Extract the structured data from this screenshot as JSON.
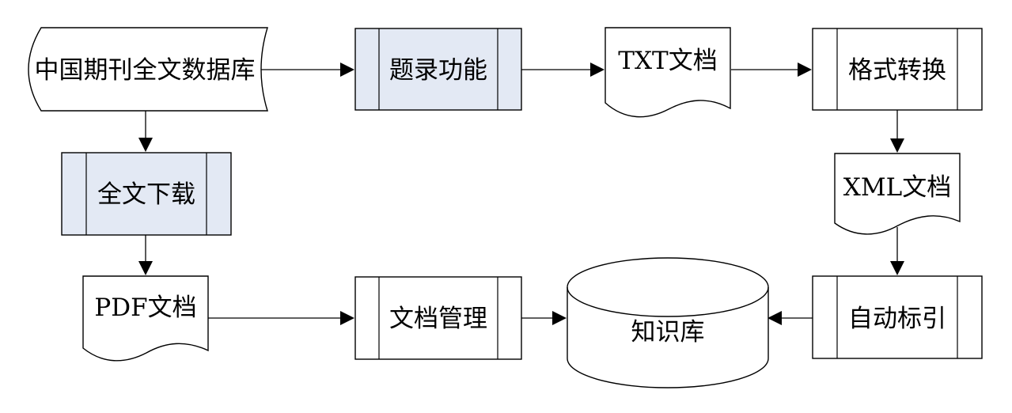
{
  "nodes": {
    "journal_db": {
      "label": "中国期刊全文数据库",
      "shape": "stored-data"
    },
    "catalog": {
      "label": "题录功能",
      "shape": "predefined-process",
      "fill": "#e3e9f4"
    },
    "txt_doc": {
      "label": "TXT文档",
      "shape": "document"
    },
    "format_convert": {
      "label": "格式转换",
      "shape": "predefined-process"
    },
    "fulltext_download": {
      "label": "全文下载",
      "shape": "predefined-process",
      "fill": "#e3e9f4"
    },
    "xml_doc": {
      "label": "XML文档",
      "shape": "document"
    },
    "pdf_doc": {
      "label": "PDF文档",
      "shape": "document"
    },
    "doc_management": {
      "label": "文档管理",
      "shape": "predefined-process"
    },
    "knowledge_base": {
      "label": "知识库",
      "shape": "database"
    },
    "auto_index": {
      "label": "自动标引",
      "shape": "predefined-process"
    }
  },
  "edges": [
    {
      "from": "journal_db",
      "to": "catalog"
    },
    {
      "from": "catalog",
      "to": "txt_doc"
    },
    {
      "from": "txt_doc",
      "to": "format_convert"
    },
    {
      "from": "format_convert",
      "to": "xml_doc"
    },
    {
      "from": "xml_doc",
      "to": "auto_index"
    },
    {
      "from": "auto_index",
      "to": "knowledge_base"
    },
    {
      "from": "journal_db",
      "to": "fulltext_download"
    },
    {
      "from": "fulltext_download",
      "to": "pdf_doc"
    },
    {
      "from": "pdf_doc",
      "to": "doc_management"
    },
    {
      "from": "doc_management",
      "to": "knowledge_base"
    }
  ],
  "colors": {
    "stroke": "#000000",
    "highlight_fill": "#e3e9f4",
    "default_fill": "#ffffff"
  }
}
